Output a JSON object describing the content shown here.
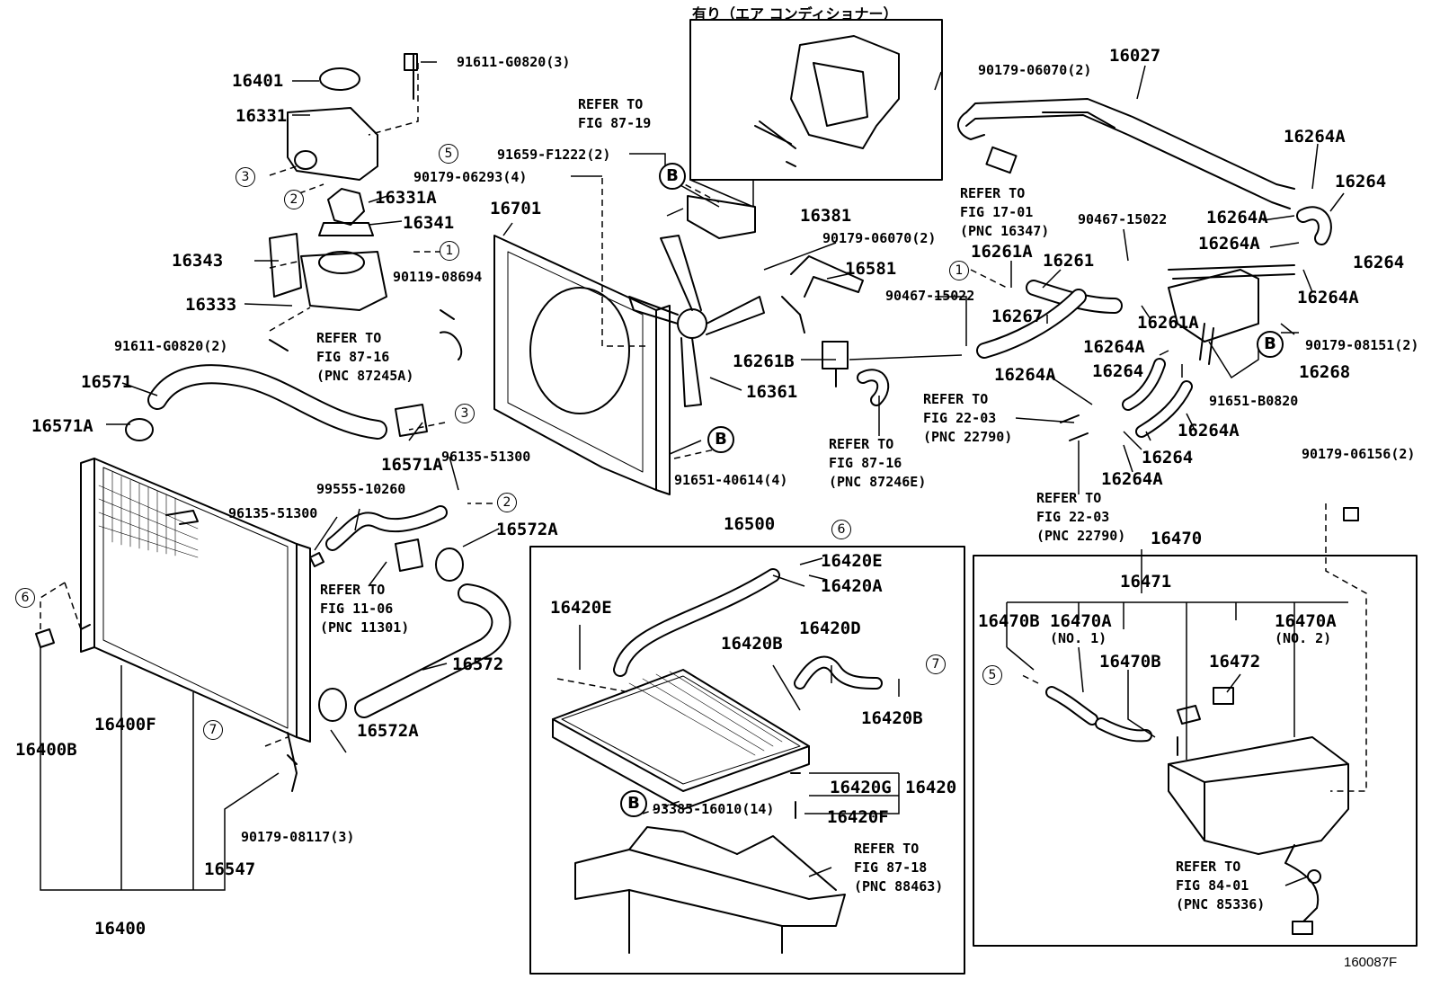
{
  "diagram_id": "160087F",
  "header_jp": "有り（エア コンディショナー）",
  "parts": {
    "p16401": "16401",
    "p91611a": "91611-G0820(3)",
    "p16331": "16331",
    "p16331A": "16331A",
    "p16341": "16341",
    "p16343": "16343",
    "p16333": "16333",
    "p90119": "90119-08694",
    "p91611b": "91611-G0820(2)",
    "p16571": "16571",
    "p16571A_1": "16571A",
    "p16571A_2": "16571A",
    "p96135_1": "96135-51300",
    "p99555": "99555-10260",
    "p96135_2": "96135-51300",
    "p16572A_1": "16572A",
    "p16572": "16572",
    "p16572A_2": "16572A",
    "p16400F": "16400F",
    "p16400B": "16400B",
    "p16400": "16400",
    "p16547": "16547",
    "p90179_08117": "90179-08117(3)",
    "p91659": "91659-F1222(2)",
    "p90179_06293": "90179-06293(4)",
    "p16701": "16701",
    "p16381": "16381",
    "p16361": "16361",
    "p91651_40614": "91651-40614(4)",
    "p90179_06070a": "90179-06070(2)",
    "p16581": "16581",
    "p90179_06070b": "90179-06070(2)",
    "p16027": "16027",
    "p16264A_1": "16264A",
    "p16264_1": "16264",
    "p16264A_2": "16264A",
    "p16264A_3": "16264A",
    "p16264_2": "16264",
    "p16264A_4": "16264A",
    "p90467a": "90467-15022",
    "p16261A_1": "16261A",
    "p16261": "16261",
    "p90467b": "90467-15022",
    "p16267": "16267",
    "p16261A_2": "16261A",
    "p16261B": "16261B",
    "p16264A_5": "16264A",
    "p16264_3": "16264",
    "p16264A_6": "16264A",
    "p91651_B0820": "91651-B0820",
    "p16268": "16268",
    "p90179_08151": "90179-08151(2)",
    "p16264A_7": "16264A",
    "p16264_4": "16264",
    "p16264A_8": "16264A",
    "p90179_06156": "90179-06156(2)",
    "p16500": "16500",
    "p16420E_1": "16420E",
    "p16420A": "16420A",
    "p16420E_2": "16420E",
    "p16420D": "16420D",
    "p16420B_1": "16420B",
    "p16420B_2": "16420B",
    "p16420G": "16420G",
    "p16420": "16420",
    "p93385": "93385-16010(14)",
    "p16420F": "16420F",
    "p16470": "16470",
    "p16471": "16471",
    "p16470B_1": "16470B",
    "p16470A_1": "16470A",
    "p16470A_1n": "(NO. 1)",
    "p16470A_2": "16470A",
    "p16470A_2n": "(NO. 2)",
    "p16470B_2": "16470B",
    "p16472": "16472"
  },
  "refs": {
    "r8719": [
      "REFER TO",
      "FIG 87-19"
    ],
    "r1701": [
      "REFER TO",
      "FIG 17-01",
      "(PNC 16347)"
    ],
    "r8716a": [
      "REFER TO",
      "FIG 87-16",
      "(PNC 87245A)"
    ],
    "r8716b": [
      "REFER TO",
      "FIG 87-16",
      "(PNC 87246E)"
    ],
    "r2203a": [
      "REFER TO",
      "FIG 22-03",
      "(PNC 22790)"
    ],
    "r2203b": [
      "REFER TO",
      "FIG 22-03",
      "(PNC 22790)"
    ],
    "r1106": [
      "REFER TO",
      "FIG 11-06",
      "(PNC 11301)"
    ],
    "r8718": [
      "REFER TO",
      "FIG 87-18",
      "(PNC 88463)"
    ],
    "r8401": [
      "REFER TO",
      "FIG 84-01",
      "(PNC 85336)"
    ]
  },
  "markers": {
    "m1": "1",
    "m2": "2",
    "m3": "3",
    "m5": "5",
    "m6": "6",
    "m7": "7",
    "B": "B"
  }
}
